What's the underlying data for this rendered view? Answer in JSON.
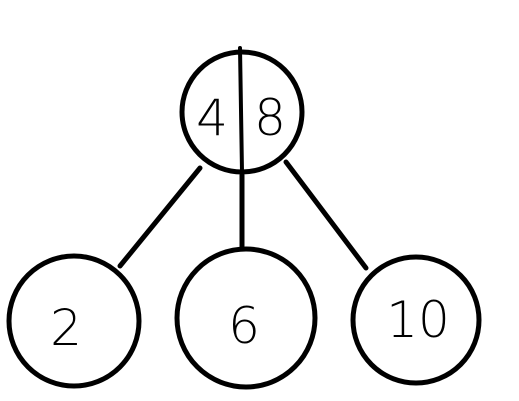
{
  "tree": {
    "root": {
      "keys": [
        "4",
        "8"
      ]
    },
    "children": [
      {
        "keys": [
          "2"
        ]
      },
      {
        "keys": [
          "6"
        ]
      },
      {
        "keys": [
          "10"
        ]
      }
    ]
  },
  "colors": {
    "stroke": "#000000",
    "background": "#ffffff"
  }
}
